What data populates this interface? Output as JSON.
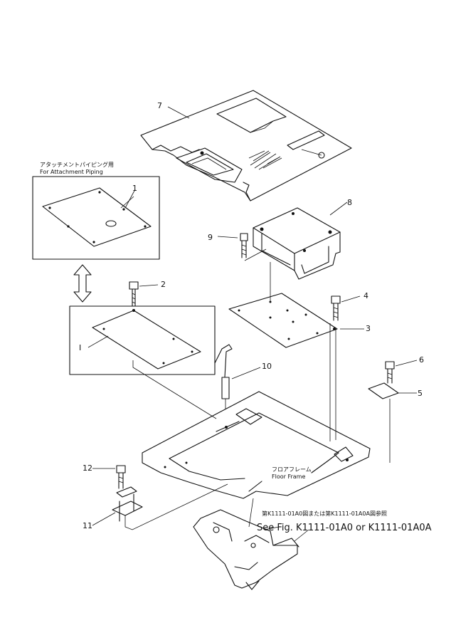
{
  "part_numbers": {
    "p1": "1",
    "p2": "2",
    "p3": "3",
    "p4": "4",
    "p5": "5",
    "p6": "6",
    "p7": "7",
    "p8": "8",
    "p9": "9",
    "p10": "10",
    "p11": "11",
    "p12": "12",
    "ref_i": "I"
  },
  "inset": {
    "title_jp": "アタッチメントパイピング用",
    "title_en": "For Attachment Piping"
  },
  "floor_frame": {
    "label_jp": "フロアフレーム",
    "label_en": "Floor Frame"
  },
  "reference": {
    "text_jp": "第K1111-01A0図または第K1111-01A0A図参照",
    "text_en": "See Fig. K1111-01A0 or K1111-01A0A"
  }
}
